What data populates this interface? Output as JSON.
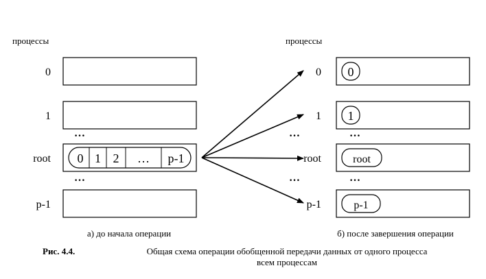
{
  "left": {
    "header": "процессы",
    "rows": [
      "0",
      "1",
      "root",
      "p-1"
    ],
    "message_cells": [
      "0",
      "1",
      "2",
      "…",
      "p-1"
    ],
    "caption": "а) до начала операции"
  },
  "right": {
    "header": "процессы",
    "rows": [
      "0",
      "1",
      "root",
      "p-1"
    ],
    "contents": [
      "0",
      "1",
      "root",
      "p-1"
    ],
    "caption": "б) после завершения операции"
  },
  "dots": "…",
  "figure": {
    "number": "Рис. 4.4.",
    "caption_line1": "Общая схема операции обобщенной передачи данных от одного процесса",
    "caption_line2": "всем процессам"
  }
}
